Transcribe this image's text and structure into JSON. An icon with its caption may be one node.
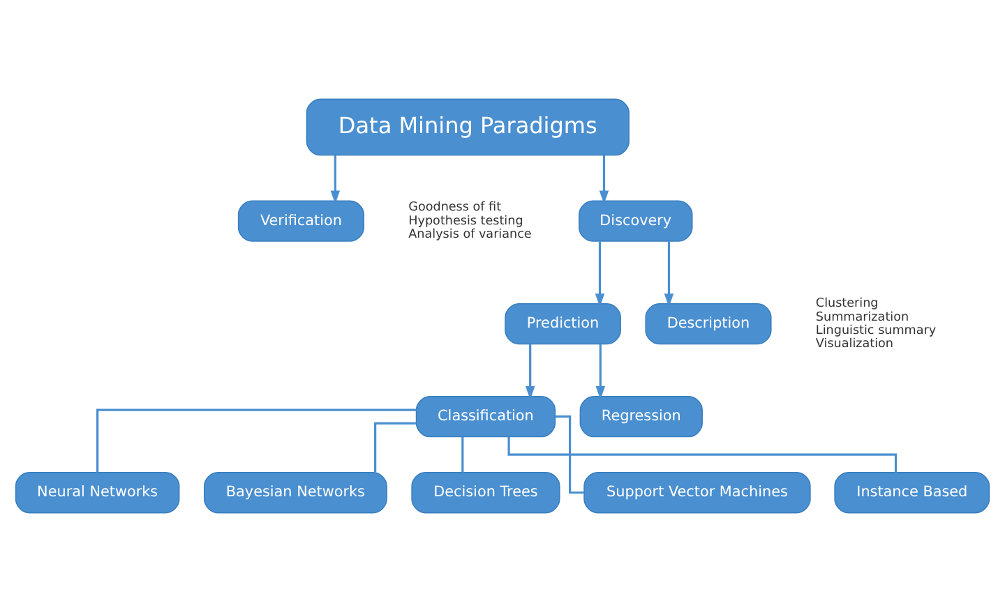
{
  "diagram": {
    "nodes": [
      {
        "text": [
          "Data Mining Paradigms"
        ]
      },
      {
        "text": [
          "Verification"
        ],
        "beside": [
          "Goodness of fit",
          "Hypothesis testing",
          "Analysis of variance"
        ]
      },
      {
        "text": [
          "Discovery"
        ]
      },
      {
        "text": [
          "Prediction"
        ]
      },
      {
        "text": [
          "Description"
        ],
        "beside": [
          "Clustering",
          "Summarization",
          "Linguistic summary",
          "Visualization"
        ]
      },
      {
        "text": [
          "Classification"
        ]
      },
      {
        "text": [
          "Regression"
        ]
      },
      {
        "text": [
          "Neural Networks"
        ]
      },
      {
        "text": [
          "Bayesian Networks"
        ]
      },
      {
        "text": [
          "Decision Trees"
        ]
      },
      {
        "text": [
          "Support Vector Machines"
        ]
      },
      {
        "text": [
          "Instance Based"
        ]
      }
    ],
    "edges": [
      {
        "from": 0,
        "to": 1,
        "arrow": "to"
      },
      {
        "from": 0,
        "to": 2,
        "arrow": "to"
      },
      {
        "from": 2,
        "to": 3,
        "arrow": "to"
      },
      {
        "from": 2,
        "to": 4,
        "arrow": "to"
      },
      {
        "from": 3,
        "to": 5,
        "arrow": "to"
      },
      {
        "from": 3,
        "to": 6,
        "arrow": "to"
      },
      {
        "from": 5,
        "to": 7,
        "arrow": "none"
      },
      {
        "from": 5,
        "to": 8,
        "arrow": "none"
      },
      {
        "from": 5,
        "to": 9,
        "arrow": "none"
      },
      {
        "from": 5,
        "to": 10,
        "arrow": "none"
      },
      {
        "from": 5,
        "to": 11,
        "arrow": "none"
      }
    ]
  }
}
